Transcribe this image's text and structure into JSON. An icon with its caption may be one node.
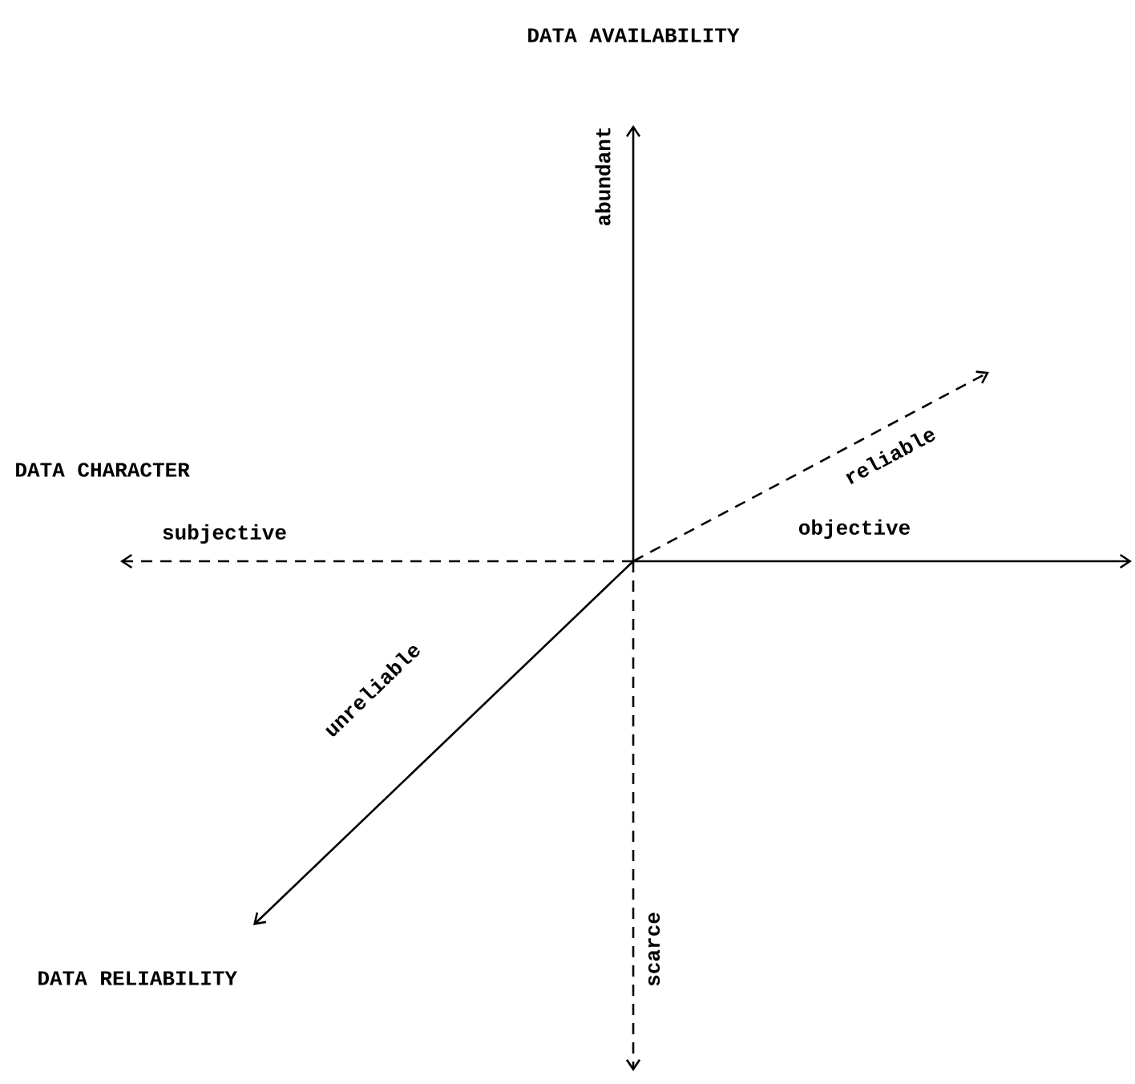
{
  "diagram": {
    "labels": [
      "DATA AVAILABILITY",
      "abundant",
      "reliable",
      "DATA CHARACTER",
      "subjective",
      "objective",
      "unreliable",
      "DATA RELIABILITY",
      "scarce"
    ]
  }
}
